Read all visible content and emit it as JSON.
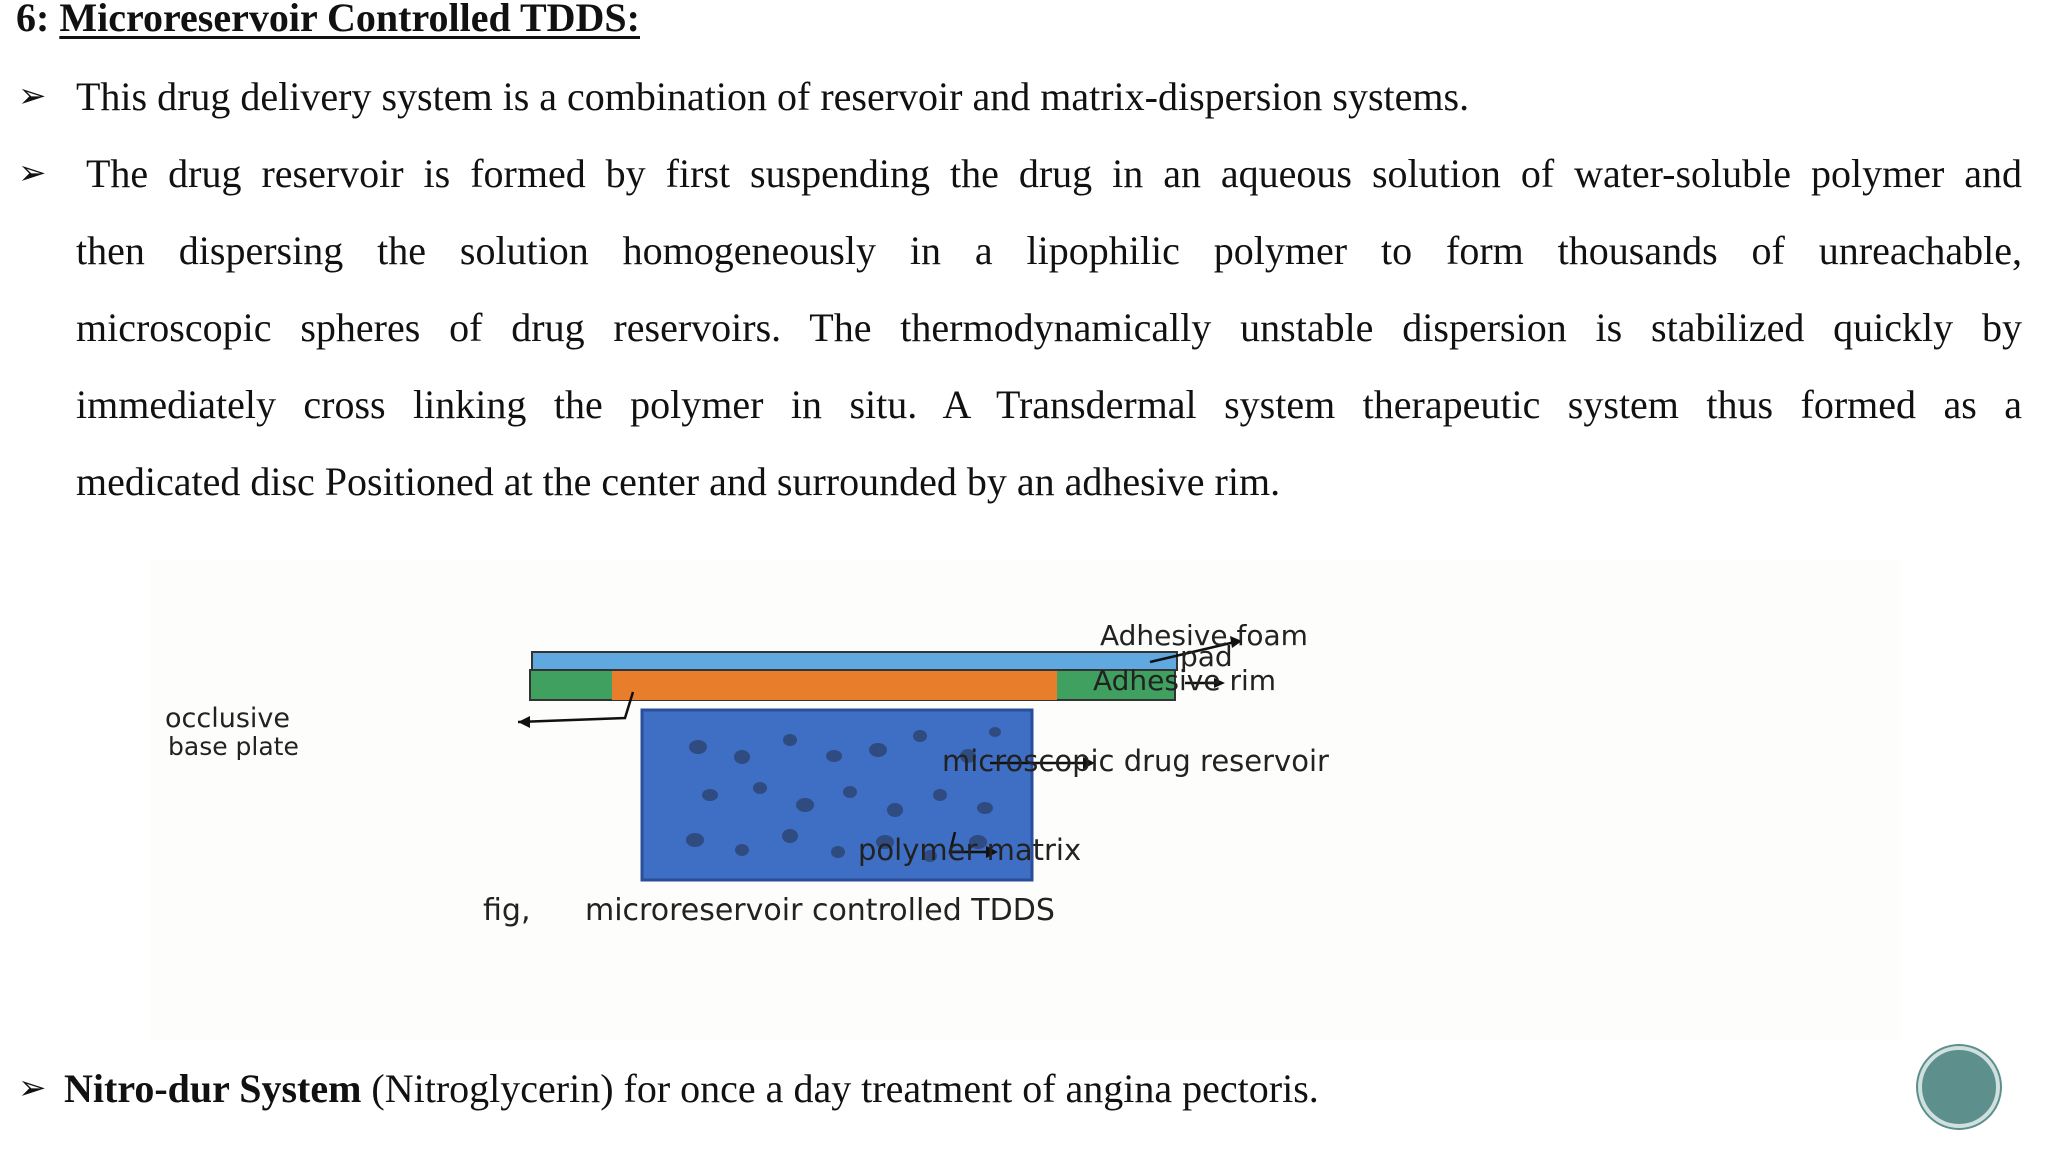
{
  "heading": {
    "number": "6:",
    "text": "Microreservoir Controlled TDDS:"
  },
  "bullets": {
    "b1": "This drug delivery system is a combination of reservoir and matrix-dispersion systems.",
    "b2_lines": [
      "The drug reservoir is formed by first suspending the drug in an aqueous solution of water-soluble polymer and",
      "then dispersing the solution homogeneously in a lipophilic polymer to form thousands of unreachable,",
      "microscopic spheres of drug reservoirs. The thermodynamically unstable dispersion is stabilized quickly by",
      "immediately cross linking the polymer in situ. A Transdermal system therapeutic system thus formed as a",
      "medicated disc Positioned at the center and surrounded by an adhesive rim."
    ],
    "b3_bold": "Nitro-dur System",
    "b3_rest": " (Nitroglycerin) for once a day treatment of angina pectoris."
  },
  "figure": {
    "label_foam_1": "Adhesive foam",
    "label_foam_2": "pad",
    "label_rim": "Adhesive rim",
    "label_base_1": "occlusive",
    "label_base_2": "base plate",
    "label_reservoir": "microscopic drug reservoir",
    "label_matrix": "polymer matrix",
    "caption_prefix": "fig,",
    "caption": "microreservoir controlled TDDS",
    "colors": {
      "foam": "#5fa8e0",
      "rim": "#3fa060",
      "backing": "#e87d2c",
      "matrix": "#3f6fc4",
      "dots": "#2a3f6a"
    }
  },
  "nav": {
    "icon": "circle-nav-icon"
  }
}
